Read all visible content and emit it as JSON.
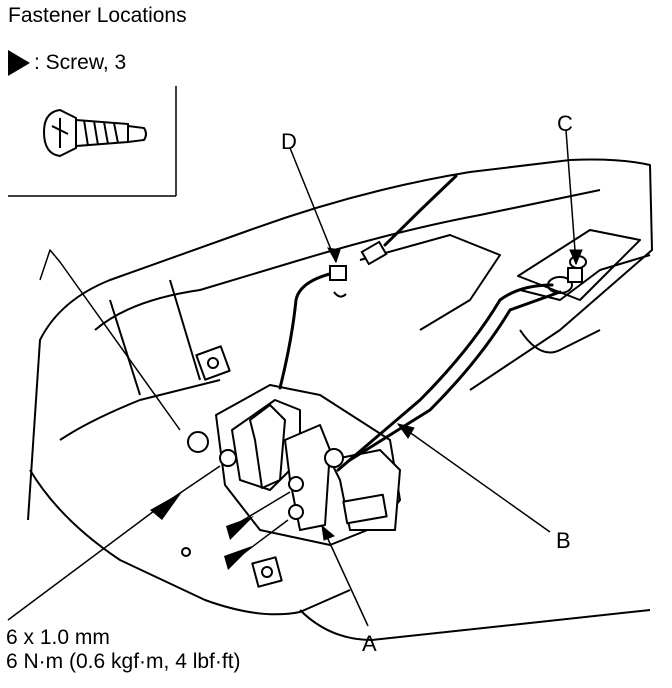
{
  "header": {
    "title": "Fastener Locations"
  },
  "legend": {
    "symbol": "triangle-pointer-icon",
    "label": ": Screw, 3"
  },
  "spec": {
    "size": "6 x 1.0 mm",
    "torque": "6 N·m (0.6 kgf·m, 4 lbf·ft)"
  },
  "callouts": {
    "a": "A",
    "b": "B",
    "c": "C",
    "d": "D"
  }
}
